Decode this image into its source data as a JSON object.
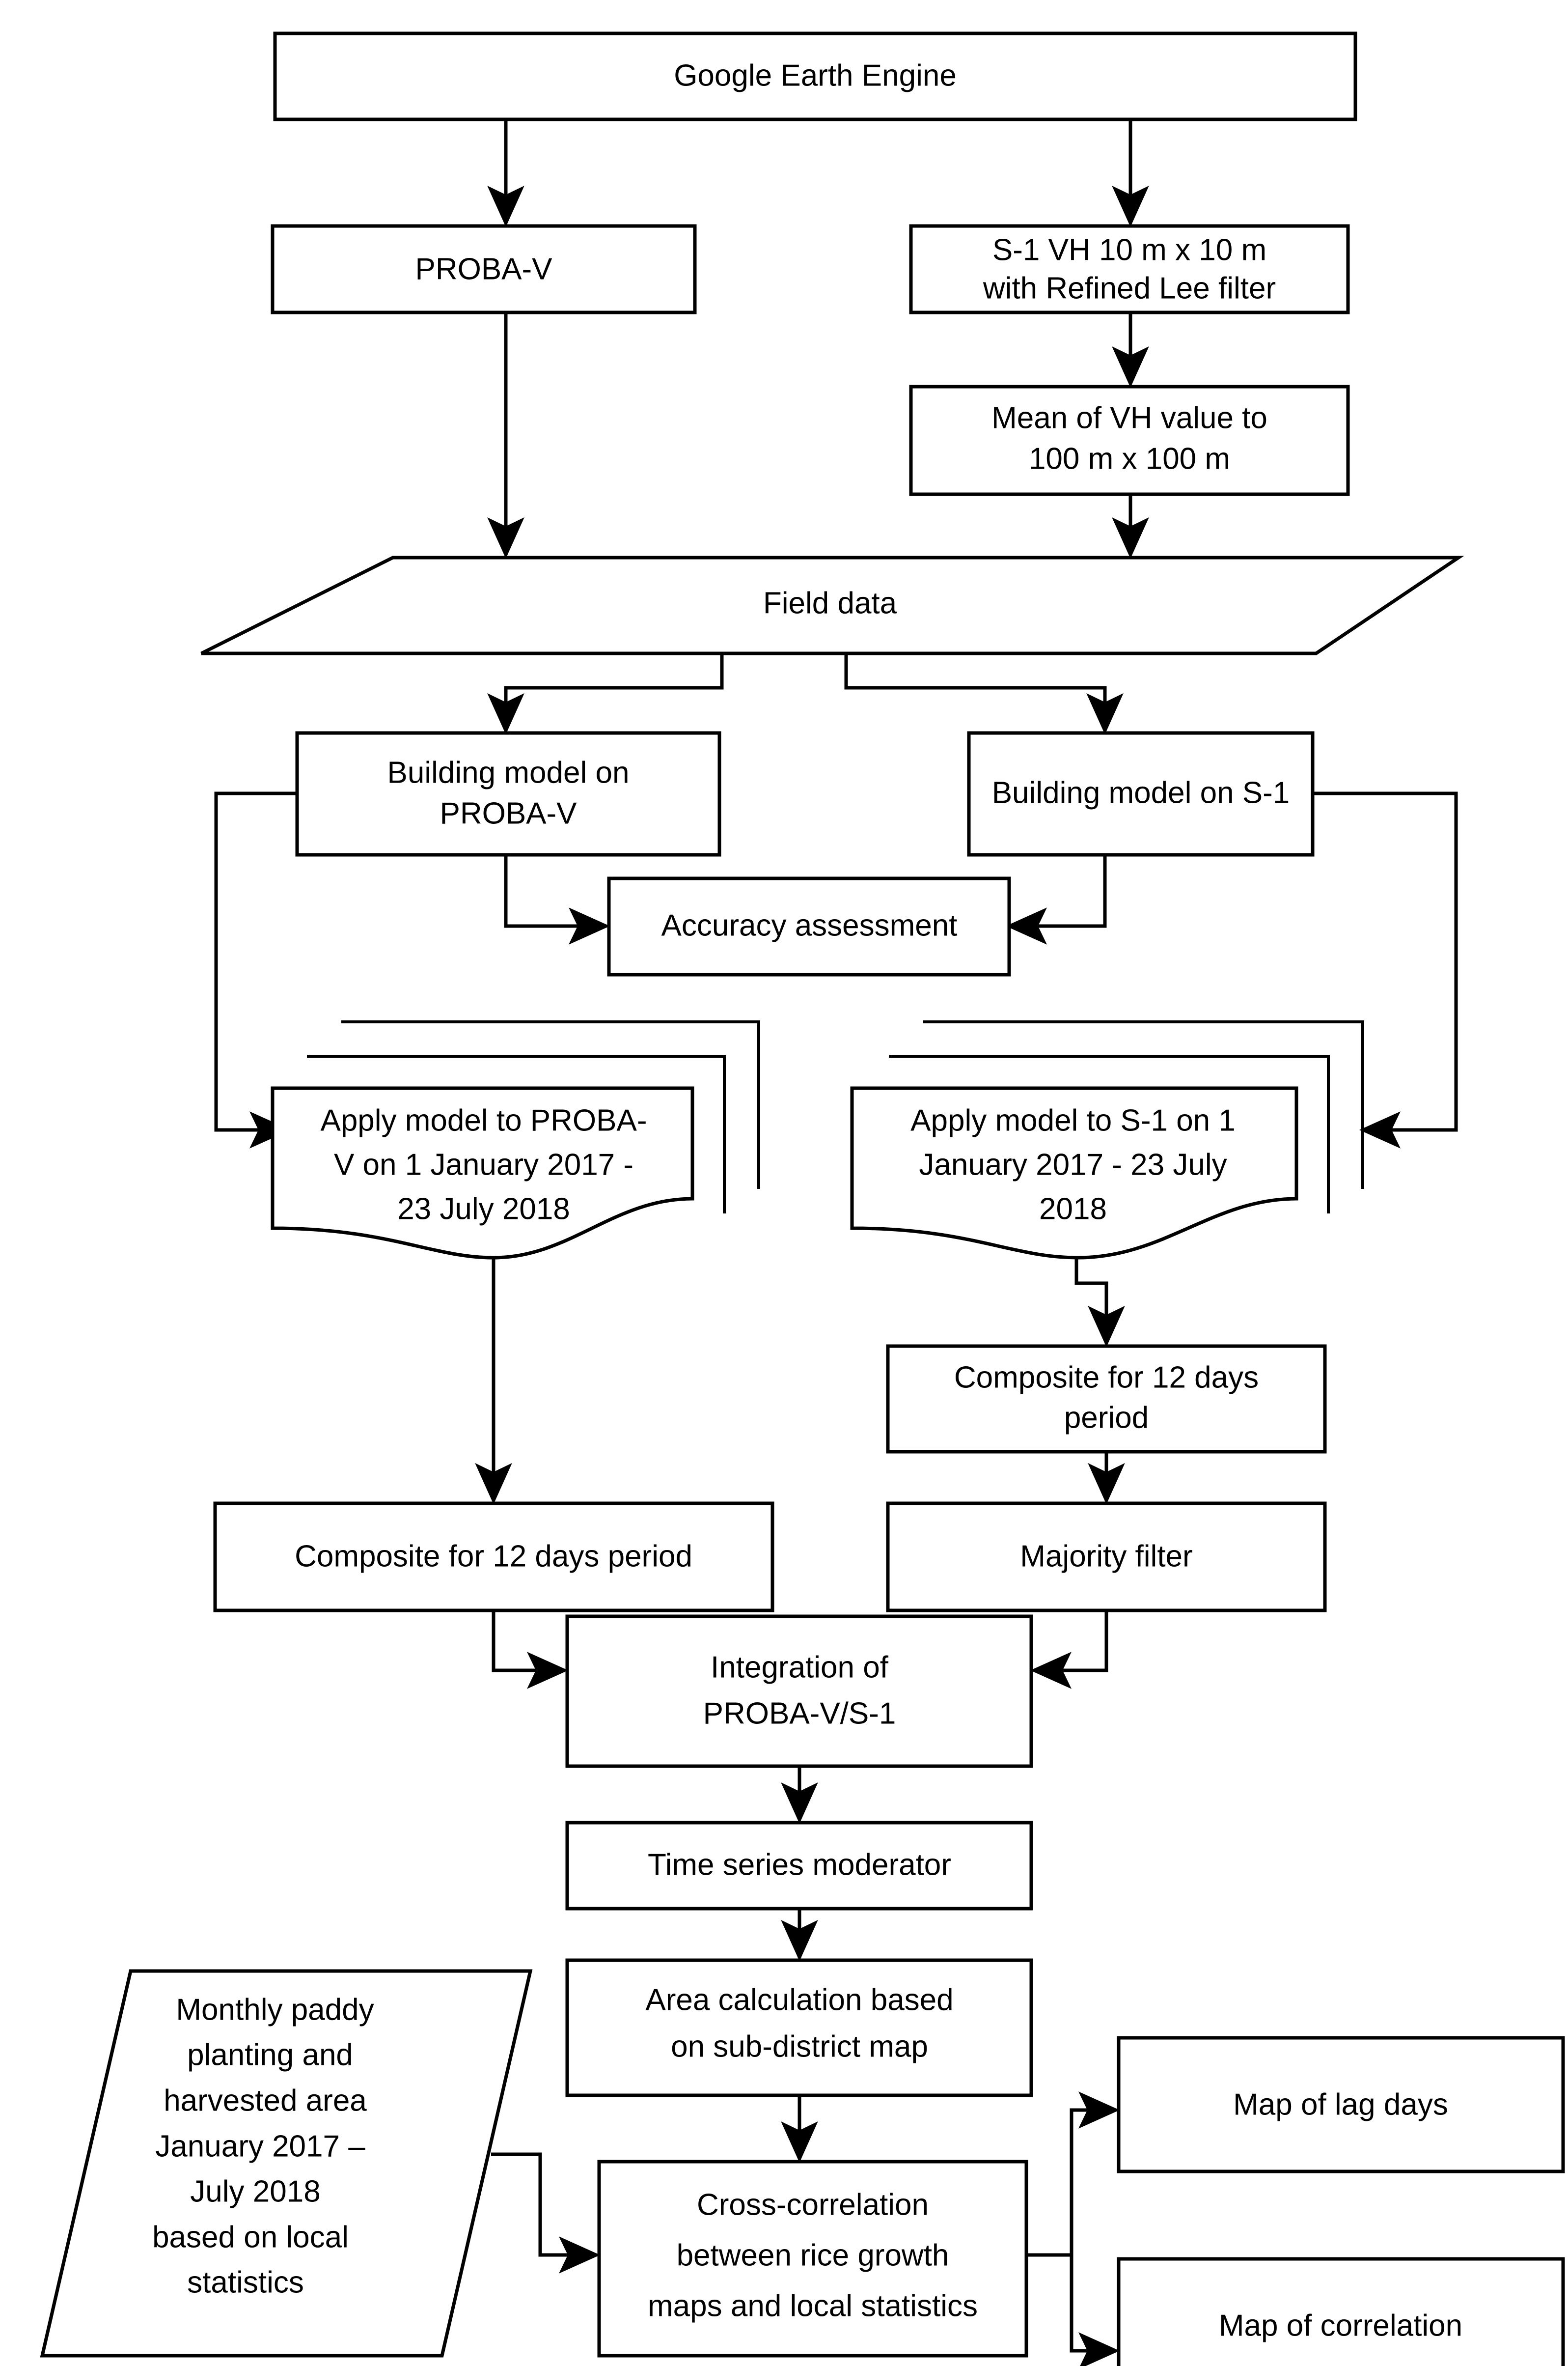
{
  "diagram": {
    "type": "flowchart",
    "title": "Rice growth monitoring workflow using PROBA-V and Sentinel-1",
    "orientation": "top-to-bottom",
    "colors": {
      "stroke": "#000000",
      "fill": "#ffffff",
      "text": "#000000"
    }
  },
  "nodes": [
    {
      "id": "gee",
      "shape": "process",
      "label": "Google Earth Engine"
    },
    {
      "id": "probav",
      "shape": "process",
      "label": "PROBA-V"
    },
    {
      "id": "s1vh_l1",
      "shape": "process",
      "label": "S-1 VH 10 m x 10 m"
    },
    {
      "id": "s1vh_l2",
      "shape": "process",
      "label": "with Refined Lee filter"
    },
    {
      "id": "meanvh_l1",
      "shape": "process",
      "label": "Mean of VH value to"
    },
    {
      "id": "meanvh_l2",
      "shape": "process",
      "label": "100 m x 100 m"
    },
    {
      "id": "fielddata",
      "shape": "parallelogram",
      "label": "Field data"
    },
    {
      "id": "bm_probav_l1",
      "shape": "process",
      "label": "Building model on"
    },
    {
      "id": "bm_probav_l2",
      "shape": "process",
      "label": "PROBA-V"
    },
    {
      "id": "bm_s1",
      "shape": "process",
      "label": "Building model on S-1"
    },
    {
      "id": "accuracy",
      "shape": "process",
      "label": "Accuracy assessment"
    },
    {
      "id": "apply_pv_l1",
      "shape": "multidocument",
      "label": "Apply model to PROBA-"
    },
    {
      "id": "apply_pv_l2",
      "shape": "multidocument",
      "label": "V on 1 January 2017 -"
    },
    {
      "id": "apply_pv_l3",
      "shape": "multidocument",
      "label": "23 July 2018"
    },
    {
      "id": "apply_s1_l1",
      "shape": "multidocument",
      "label": "Apply model to S-1 on 1"
    },
    {
      "id": "apply_s1_l2",
      "shape": "multidocument",
      "label": "January 2017 - 23 July"
    },
    {
      "id": "apply_s1_l3",
      "shape": "multidocument",
      "label": "2018"
    },
    {
      "id": "comp_s1_l1",
      "shape": "process",
      "label": "Composite for 12 days"
    },
    {
      "id": "comp_s1_l2",
      "shape": "process",
      "label": "period"
    },
    {
      "id": "comp_pv",
      "shape": "process",
      "label": "Composite for 12 days period"
    },
    {
      "id": "majority",
      "shape": "process",
      "label": "Majority filter"
    },
    {
      "id": "integration_l1",
      "shape": "process",
      "label": "Integration of"
    },
    {
      "id": "integration_l2",
      "shape": "process",
      "label": "PROBA-V/S-1"
    },
    {
      "id": "timeseries",
      "shape": "process",
      "label": "Time series moderator"
    },
    {
      "id": "areacalc_l1",
      "shape": "process",
      "label": "Area calculation based"
    },
    {
      "id": "areacalc_l2",
      "shape": "process",
      "label": "on sub-district map"
    },
    {
      "id": "stats_l1",
      "shape": "parallelogram",
      "label": "Monthly paddy"
    },
    {
      "id": "stats_l2",
      "shape": "parallelogram",
      "label": "planting and"
    },
    {
      "id": "stats_l3",
      "shape": "parallelogram",
      "label": "harvested area"
    },
    {
      "id": "stats_l4",
      "shape": "parallelogram",
      "label": "January 2017 –"
    },
    {
      "id": "stats_l5",
      "shape": "parallelogram",
      "label": "July 2018"
    },
    {
      "id": "stats_l6",
      "shape": "parallelogram",
      "label": "based on local"
    },
    {
      "id": "stats_l7",
      "shape": "parallelogram",
      "label": "statistics"
    },
    {
      "id": "crosscorr_l1",
      "shape": "process",
      "label": "Cross-correlation"
    },
    {
      "id": "crosscorr_l2",
      "shape": "process",
      "label": "between rice growth"
    },
    {
      "id": "crosscorr_l3",
      "shape": "process",
      "label": "maps and local statistics"
    },
    {
      "id": "maplag",
      "shape": "process",
      "label": "Map of lag days"
    },
    {
      "id": "mapcorr",
      "shape": "process",
      "label": "Map of correlation"
    }
  ],
  "edges": [
    {
      "from": "gee",
      "to": "probav"
    },
    {
      "from": "gee",
      "to": "s1vh"
    },
    {
      "from": "s1vh",
      "to": "meanvh"
    },
    {
      "from": "probav",
      "to": "fielddata"
    },
    {
      "from": "meanvh",
      "to": "fielddata"
    },
    {
      "from": "fielddata",
      "to": "bm_probav"
    },
    {
      "from": "fielddata",
      "to": "bm_s1"
    },
    {
      "from": "bm_probav",
      "to": "accuracy"
    },
    {
      "from": "bm_s1",
      "to": "accuracy"
    },
    {
      "from": "bm_probav",
      "to": "apply_pv"
    },
    {
      "from": "bm_s1",
      "to": "apply_s1"
    },
    {
      "from": "apply_pv",
      "to": "comp_pv"
    },
    {
      "from": "apply_s1",
      "to": "comp_s1"
    },
    {
      "from": "comp_s1",
      "to": "majority"
    },
    {
      "from": "comp_pv",
      "to": "integration"
    },
    {
      "from": "majority",
      "to": "integration"
    },
    {
      "from": "integration",
      "to": "timeseries"
    },
    {
      "from": "timeseries",
      "to": "areacalc"
    },
    {
      "from": "areacalc",
      "to": "crosscorr"
    },
    {
      "from": "stats",
      "to": "crosscorr"
    },
    {
      "from": "crosscorr",
      "to": "maplag"
    },
    {
      "from": "crosscorr",
      "to": "mapcorr"
    }
  ]
}
